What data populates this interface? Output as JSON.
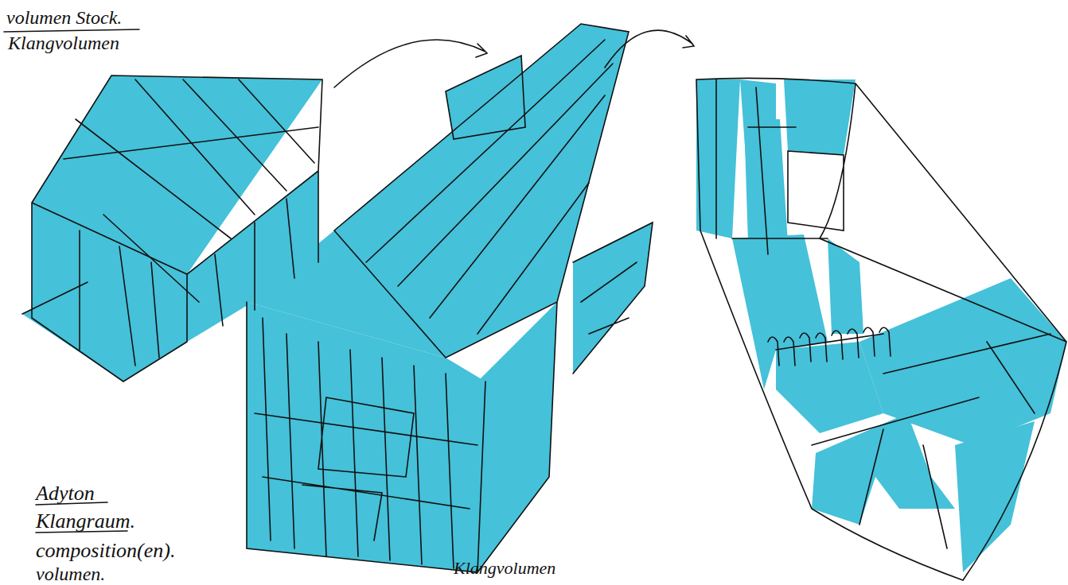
{
  "diagram": {
    "labels": [
      "volumen Stock.",
      "Klangvolumen",
      "Adyton",
      "Klangraum.",
      "composition(en).",
      "volumen.",
      "Klangvolumen"
    ]
  }
}
